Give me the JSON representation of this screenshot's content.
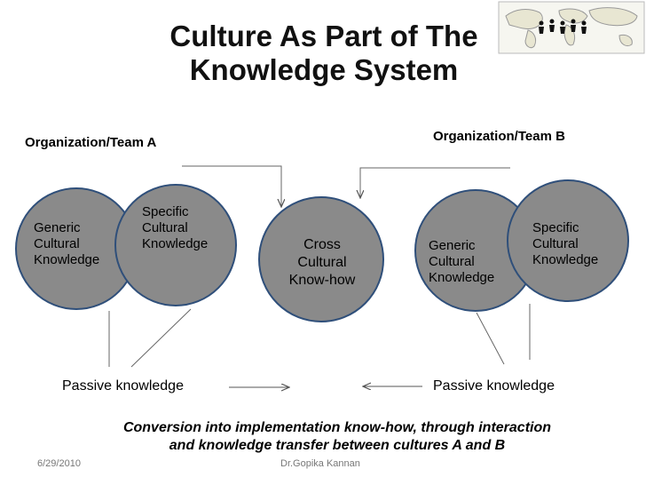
{
  "slide": {
    "title_line1": "Culture As Part of The",
    "title_line2": "Knowledge System",
    "org_a": "Organization/Team A",
    "org_b": "Organization/Team B",
    "left_generic": [
      "Generic",
      "Cultural",
      "Knowledge"
    ],
    "left_specific": [
      "Specific",
      "Cultural",
      "Knowledge"
    ],
    "center": [
      "Cross",
      "Cultural",
      "Know-how"
    ],
    "right_generic": [
      "Generic",
      "Cultural",
      "Knowledge"
    ],
    "right_specific": [
      "Specific",
      "Cultural",
      "Knowledge"
    ],
    "passive_left": "Passive knowledge",
    "passive_right": "Passive knowledge",
    "conversion_line1": "Conversion into implementation know-how, through interaction",
    "conversion_line2": "and knowledge transfer between cultures A and B",
    "footer_date": "6/29/2010",
    "footer_author": "Dr.Gopika Kannan"
  },
  "colors": {
    "circle_fill": "#8a8a8a",
    "circle_stroke": "#2f4f7a",
    "overlap_fill": "#7d7d7d",
    "line": "#666666"
  }
}
